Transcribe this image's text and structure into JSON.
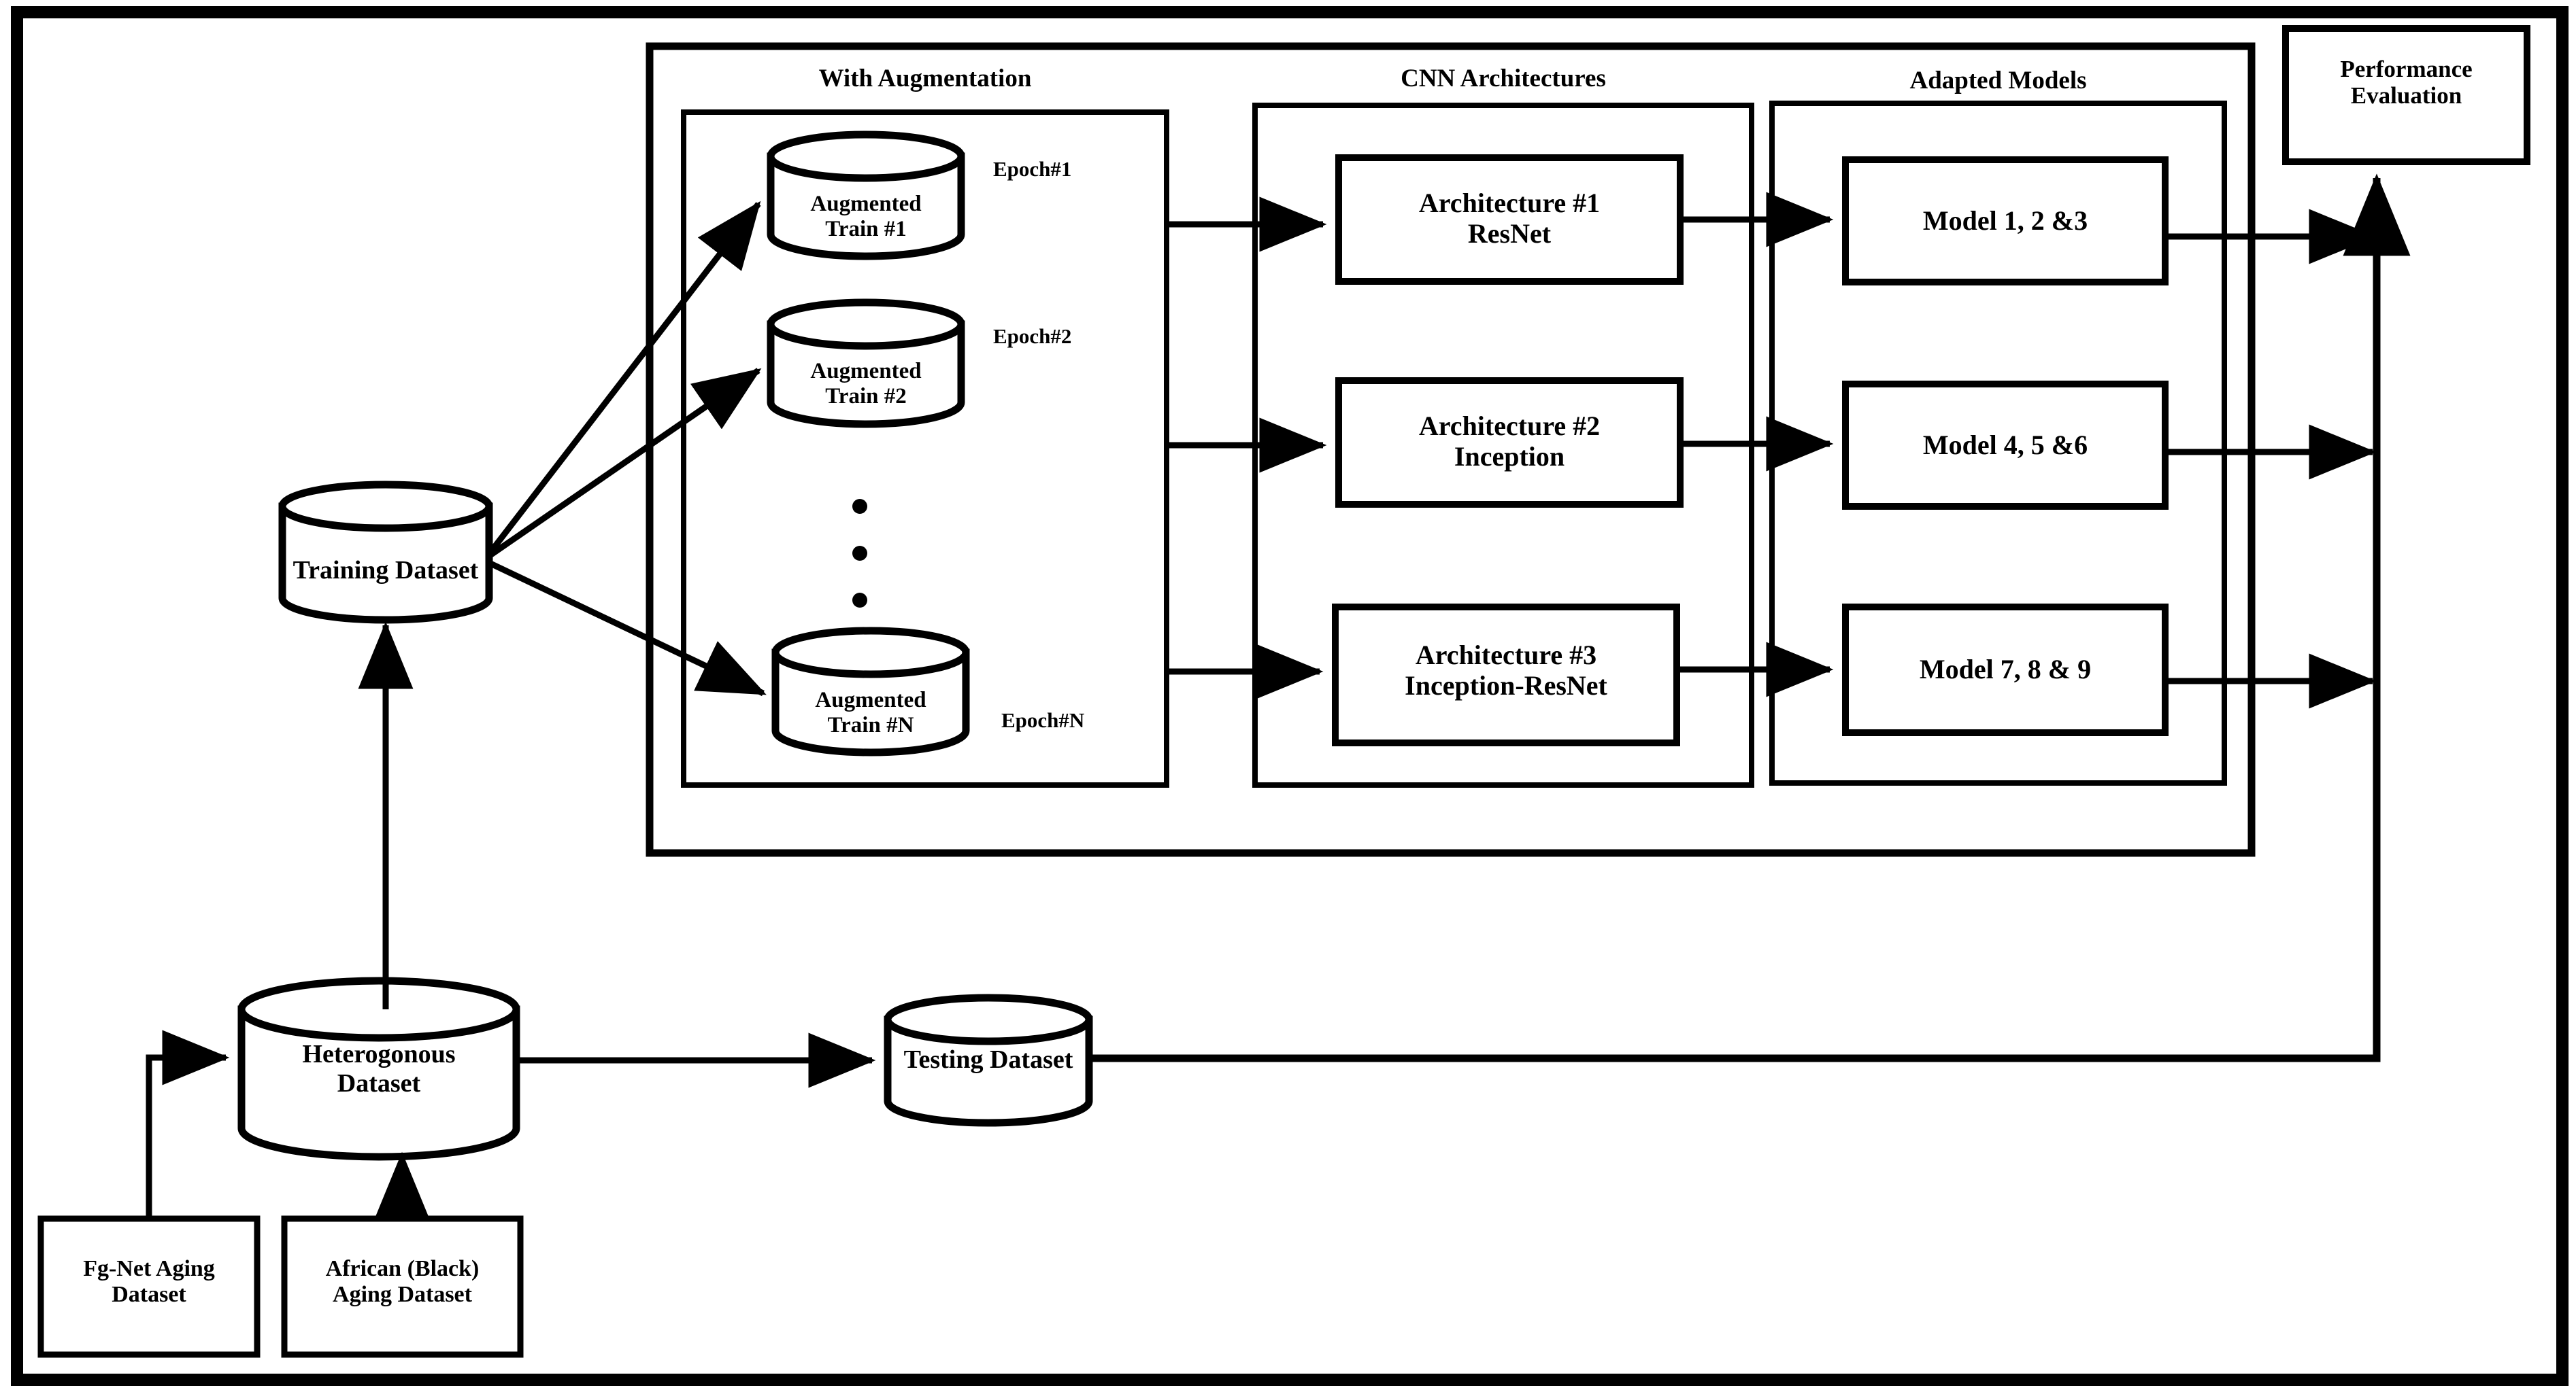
{
  "figure": {
    "type": "flowchart-diagram",
    "title": "CNN age-estimation pipeline with data augmentation"
  },
  "groups": {
    "augmentation": {
      "title": "With Augmentation"
    },
    "architectures": {
      "title": "CNN Architectures"
    },
    "adapted_models": {
      "title": "Adapted Models"
    }
  },
  "augmented_sets": [
    {
      "line1": "Augmented",
      "line2": "Train #1",
      "epoch": "Epoch#1"
    },
    {
      "line1": "Augmented",
      "line2": "Train #2",
      "epoch": "Epoch#2"
    },
    {
      "line1": "Augmented",
      "line2": "Train #N",
      "epoch": "Epoch#N"
    }
  ],
  "ellipsis": "vertical-dots",
  "architectures": [
    {
      "line1": "Architecture #1",
      "line2": "ResNet"
    },
    {
      "line1": "Architecture #2",
      "line2": "Inception"
    },
    {
      "line1": "Architecture #3",
      "line2": "Inception-ResNet"
    }
  ],
  "models": [
    {
      "label": "Model 1, 2 &3"
    },
    {
      "label": "Model 4, 5 &6"
    },
    {
      "label": "Model 7, 8 & 9"
    }
  ],
  "datastores": {
    "training": {
      "label": "Training Dataset"
    },
    "heterogenous": {
      "line1": "Heterogonous",
      "line2": "Dataset"
    },
    "testing": {
      "label": "Testing Dataset"
    }
  },
  "source_datasets": [
    {
      "line1": "Fg-Net Aging",
      "line2": "Dataset"
    },
    {
      "line1": "African (Black)",
      "line2": "Aging Dataset"
    }
  ],
  "evaluation": {
    "line1": "Performance",
    "line2": "Evaluation"
  },
  "colors": {
    "stroke": "#000000",
    "fill": "#ffffff",
    "background": "#ffffff"
  }
}
